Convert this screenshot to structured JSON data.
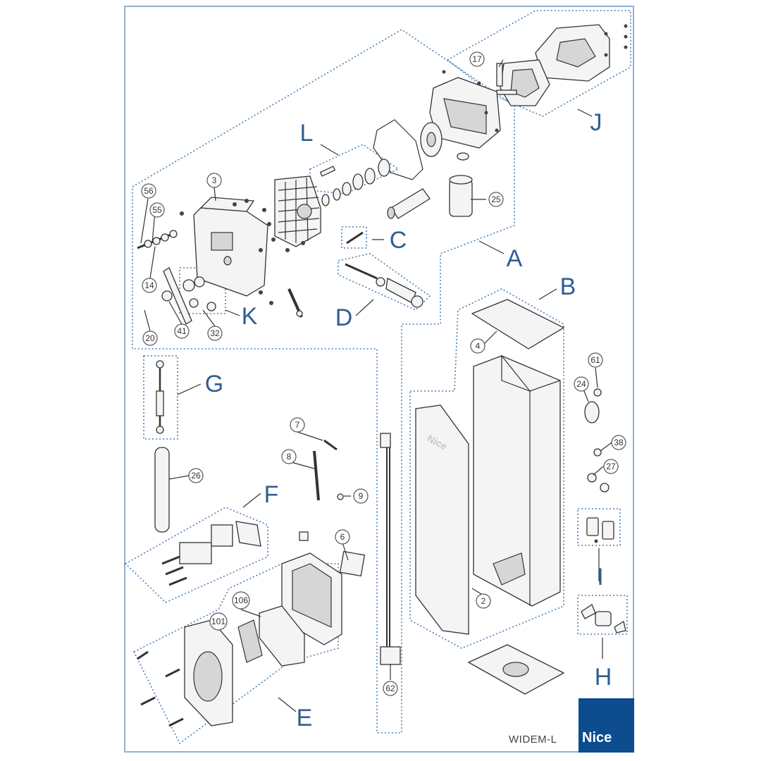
{
  "model_label": "WIDEM-L",
  "brand_logo": "Nice",
  "group_letters": {
    "A": "A",
    "B": "B",
    "C": "C",
    "D": "D",
    "E": "E",
    "F": "F",
    "G": "G",
    "H": "H",
    "I": "I",
    "J": "J",
    "K": "K",
    "L": "L"
  },
  "part_numbers": {
    "p2": "2",
    "p3": "3",
    "p4": "4",
    "p6": "6",
    "p7": "7",
    "p8": "8",
    "p9": "9",
    "p14": "14",
    "p17": "17",
    "p20": "20",
    "p24": "24",
    "p25": "25",
    "p26": "26",
    "p27": "27",
    "p32": "32",
    "p38": "38",
    "p41": "41",
    "p55": "55",
    "p56": "56",
    "p61": "61",
    "p62": "62",
    "p101": "101",
    "p106": "106"
  },
  "colors": {
    "group_outline": "#4a7fb5",
    "letters": "#2e5f93",
    "frame": "#8fb3d0",
    "logo_background": "#0c4c8f"
  }
}
